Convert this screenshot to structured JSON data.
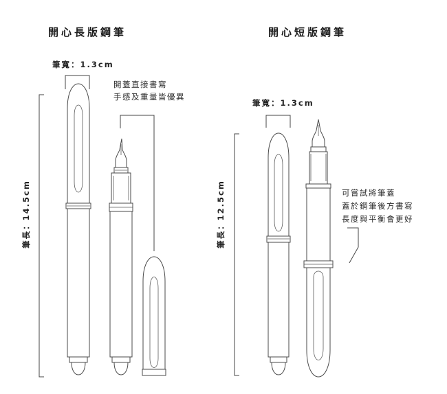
{
  "long_version": {
    "title": "開心長版鋼筆",
    "width_label": "筆寬：1.3cm",
    "length_label": "筆長：14.5cm",
    "note_lines": [
      "開蓋直接書寫",
      "手感及重量皆優異"
    ]
  },
  "short_version": {
    "title": "開心短版鋼筆",
    "width_label": "筆寬：1.3cm",
    "length_label": "筆長：12.5cm",
    "note_lines": [
      "可嘗試將筆蓋",
      "蓋於鋼筆後方書寫",
      "長度與平衡會更好"
    ]
  },
  "colors": {
    "outline": "#4a4a4a",
    "text": "#222222",
    "background": "#ffffff"
  }
}
